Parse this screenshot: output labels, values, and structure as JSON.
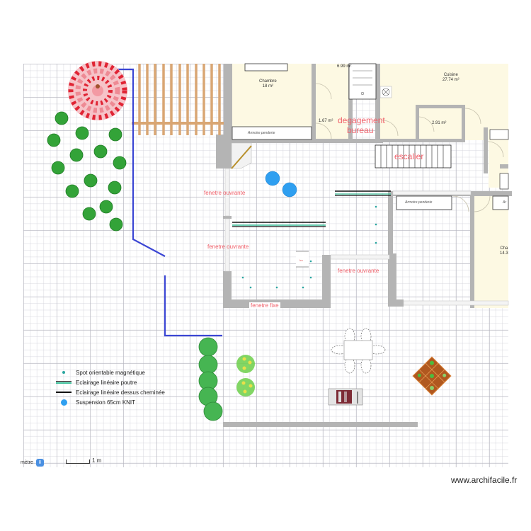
{
  "app": {
    "watermark": "www.archifacile.fr"
  },
  "rooms": [
    {
      "name": "Chambre",
      "area": "18 m²"
    },
    {
      "name": "",
      "area": "6.99 m²"
    },
    {
      "name": "Cuisine",
      "area": "27.74 m²"
    },
    {
      "name": "",
      "area": "1.67 m²"
    },
    {
      "name": "",
      "area": "2.91 m²"
    },
    {
      "name": "Cha",
      "area": "14.3"
    }
  ],
  "annotations": {
    "degagement": "degagement",
    "bureau": "bureau",
    "escalier": "escalier",
    "fenetre_ouvrante_1": "fenetre ouvrante",
    "fenetre_ouvrante_2": "fenetre ouvrante",
    "fenetre_ouvrante_3": "fenetre ouvrante",
    "fenetre_fixe": "fenetre fixe"
  },
  "furniture_labels": {
    "armoire_1": "Armoire penderie",
    "armoire_2": "Armoire penderie",
    "armoire_3": "Ar"
  },
  "legend": {
    "items": [
      {
        "symbol": "teal-dot",
        "label": "Spot orientable magnétique",
        "color": "#2aa6a0"
      },
      {
        "symbol": "teal-line",
        "label": "Eclairage linéaire poutre",
        "color": "#3cbf9a"
      },
      {
        "symbol": "black-line",
        "label": "Eclairage linéaire dessus cheminée",
        "color": "#111111"
      },
      {
        "symbol": "blue-circle",
        "label": "Suspension 65cm KNIT",
        "color": "#2f9ff0"
      }
    ]
  },
  "controls": {
    "unit_select": "mètre",
    "scale_label": "1 m"
  },
  "colors": {
    "wall": "#b4b4b4",
    "room_fill": "#fdf9e3",
    "annotation_red": "#f0606a",
    "path_blue": "#3b46d4",
    "pergola": "#d9a673",
    "suspension": "#2f9ff0"
  }
}
